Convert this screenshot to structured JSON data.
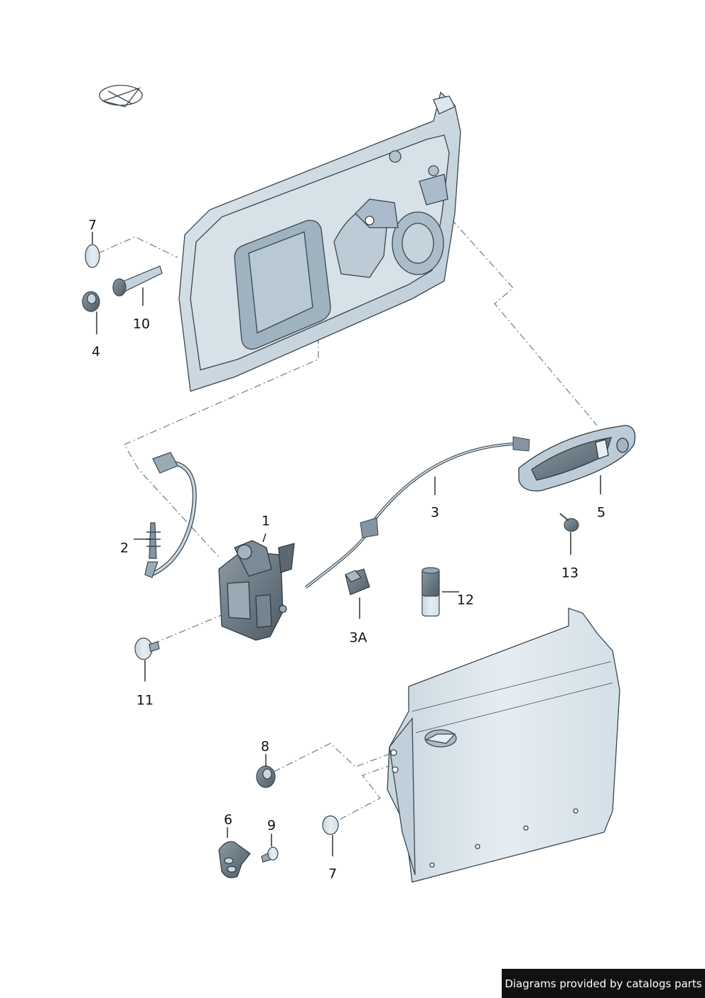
{
  "callouts": {
    "c1": "1",
    "c2": "2",
    "c3": "3",
    "c3a": "3A",
    "c4": "4",
    "c5": "5",
    "c6": "6",
    "c7a": "7",
    "c7b": "7",
    "c8": "8",
    "c9": "9",
    "c10": "10",
    "c11": "11",
    "c12": "12",
    "c13": "13"
  },
  "footer": {
    "credit": "Diagrams provided by catalogs parts"
  },
  "colors": {
    "part_fill": "#c9d7e0",
    "part_dark": "#5f6f7a",
    "outline": "#3a4650",
    "leader": "#6a7d8a"
  },
  "icons": {
    "logo": "arrow-in-ellipse-icon"
  }
}
